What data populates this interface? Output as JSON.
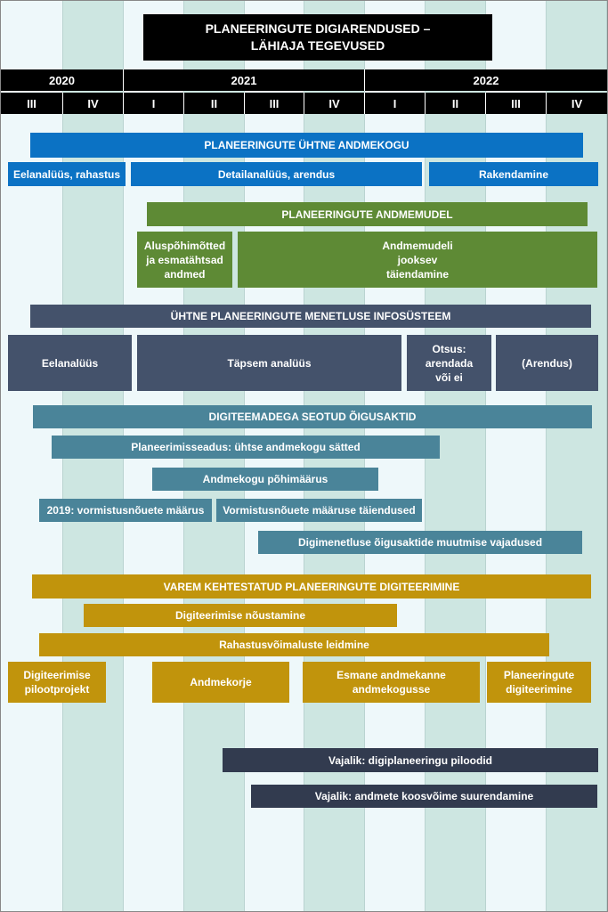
{
  "title": {
    "line1": "PLANEERINGUTE DIGIARENDUSED –",
    "line2": "LÄHIAJA TEGEVUSED"
  },
  "timeline": {
    "years": [
      {
        "label": "2020",
        "quarters": 2
      },
      {
        "label": "2021",
        "quarters": 4
      },
      {
        "label": "2022",
        "quarters": 4
      }
    ],
    "quarters": [
      "III",
      "IV",
      "I",
      "II",
      "III",
      "IV",
      "I",
      "II",
      "III",
      "IV"
    ]
  },
  "colors": {
    "column_light": "#eef8fa",
    "column_dark": "#cde6e1",
    "andmekogu": "#0b72c4",
    "andmemudel": "#5e8a35",
    "infosusteem": "#44526b",
    "oigusaktid": "#4a8499",
    "digiteerimine": "#c1940c",
    "vajalik": "#323b4f"
  },
  "sections": {
    "andmekogu": {
      "heading": "PLANEERINGUTE ÜHTNE ANDMEKOGU",
      "items": [
        "Eelanalüüs, rahastus",
        "Detailanalüüs, arendus",
        "Rakendamine"
      ]
    },
    "andmemudel": {
      "heading": "PLANEERINGUTE ANDMEMUDEL",
      "item1": {
        "l1": "Aluspõhimõtted",
        "l2": "ja esmatähtsad",
        "l3": "andmed"
      },
      "item2": {
        "l1": "Andmemudeli",
        "l2": "jooksev",
        "l3": "täiendamine"
      }
    },
    "infosusteem": {
      "heading": "ÜHTNE PLANEERINGUTE MENETLUSE INFOSÜSTEEM",
      "item1": "Eelanalüüs",
      "item2": "Täpsem analüüs",
      "item3": {
        "l1": "Otsus:",
        "l2": "arendada",
        "l3": "või ei"
      },
      "item4": "(Arendus)"
    },
    "oigusaktid": {
      "heading": "DIGITEEMADEGA SEOTUD ÕIGUSAKTID",
      "items": [
        "Planeerimisseadus: ühtse andmekogu sätted",
        "Andmekogu põhimäärus",
        "2019: vormistusnõuete määrus",
        "Vormistusnõuete määruse täiendused",
        "Digimenetluse õigusaktide muutmise vajadused"
      ]
    },
    "digiteerimine": {
      "heading": "VAREM KEHTESTATUD PLANEERINGUTE DIGITEERIMINE",
      "item1": "Digiteerimise nõustamine",
      "item2": "Rahastusvõimaluste leidmine",
      "item3": {
        "l1": "Digiteerimise",
        "l2": "pilootprojekt"
      },
      "item4": "Andmekorje",
      "item5": {
        "l1": "Esmane andmekanne",
        "l2": "andmekogusse"
      },
      "item6": {
        "l1": "Planeeringute",
        "l2": "digiteerimine"
      }
    },
    "vajalik": {
      "items": [
        "Vajalik: digiplaneeringu piloodid",
        "Vajalik: andmete koosvõime suurendamine"
      ]
    }
  }
}
